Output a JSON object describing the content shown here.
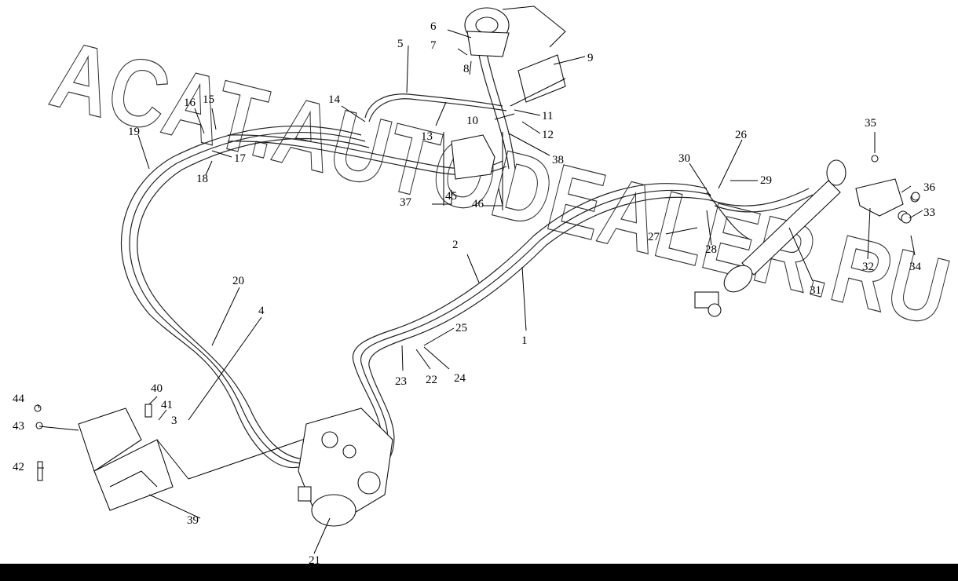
{
  "watermark": {
    "line1": "ACAT.AUTODEALER.RU"
  },
  "callouts": [
    {
      "id": "1",
      "text": "1"
    },
    {
      "id": "2",
      "text": "2"
    },
    {
      "id": "3",
      "text": "3"
    },
    {
      "id": "4",
      "text": "4"
    },
    {
      "id": "5",
      "text": "5"
    },
    {
      "id": "6",
      "text": "6"
    },
    {
      "id": "7",
      "text": "7"
    },
    {
      "id": "8",
      "text": "8"
    },
    {
      "id": "9",
      "text": "9"
    },
    {
      "id": "10",
      "text": "10"
    },
    {
      "id": "11",
      "text": "11"
    },
    {
      "id": "12",
      "text": "12"
    },
    {
      "id": "13",
      "text": "13"
    },
    {
      "id": "14",
      "text": "14"
    },
    {
      "id": "15",
      "text": "15"
    },
    {
      "id": "16",
      "text": "16"
    },
    {
      "id": "17",
      "text": "17"
    },
    {
      "id": "18",
      "text": "18"
    },
    {
      "id": "19",
      "text": "19"
    },
    {
      "id": "20",
      "text": "20"
    },
    {
      "id": "21",
      "text": "21"
    },
    {
      "id": "22",
      "text": "22"
    },
    {
      "id": "23",
      "text": "23"
    },
    {
      "id": "24",
      "text": "24"
    },
    {
      "id": "25",
      "text": "25"
    },
    {
      "id": "26",
      "text": "26"
    },
    {
      "id": "27",
      "text": "27"
    },
    {
      "id": "28",
      "text": "28"
    },
    {
      "id": "29",
      "text": "29"
    },
    {
      "id": "30",
      "text": "30"
    },
    {
      "id": "31",
      "text": "31"
    },
    {
      "id": "32",
      "text": "32"
    },
    {
      "id": "33",
      "text": "33"
    },
    {
      "id": "34",
      "text": "34"
    },
    {
      "id": "35",
      "text": "35"
    },
    {
      "id": "36",
      "text": "36"
    },
    {
      "id": "37",
      "text": "37"
    },
    {
      "id": "38",
      "text": "38"
    },
    {
      "id": "39",
      "text": "39"
    },
    {
      "id": "40",
      "text": "40"
    },
    {
      "id": "41",
      "text": "41"
    },
    {
      "id": "42",
      "text": "42"
    },
    {
      "id": "43",
      "text": "43"
    },
    {
      "id": "44",
      "text": "44"
    },
    {
      "id": "45",
      "text": "45"
    },
    {
      "id": "46",
      "text": "46"
    }
  ]
}
